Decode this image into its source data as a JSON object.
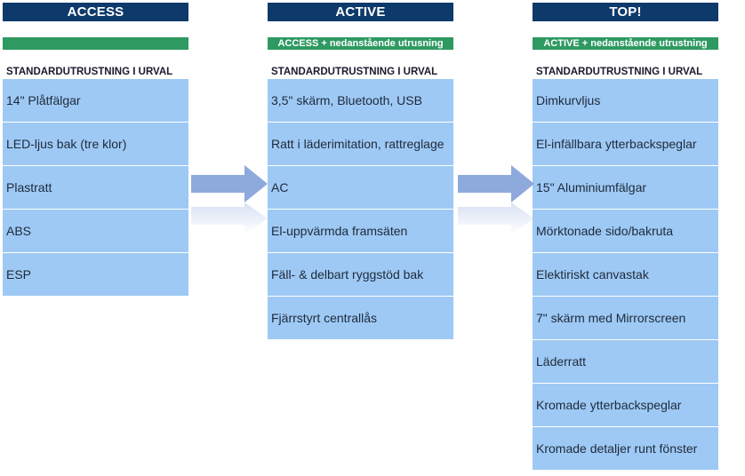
{
  "columns": [
    {
      "title": "ACCESS",
      "subtitle": "",
      "section_label": "STANDARDUTRUSTNING I URVAL",
      "items": [
        "14\" Plåtfälgar",
        "LED-ljus bak (tre klor)",
        "Plastratt",
        "ABS",
        "ESP"
      ]
    },
    {
      "title": "ACTIVE",
      "subtitle": "ACCESS + nedanstående utrusning",
      "section_label": "STANDARDUTRUSTNING I URVAL",
      "items": [
        "3,5\" skärm, Bluetooth, USB",
        "Ratt i läderimitation, rattreglage",
        "AC",
        "El-uppvärmda framsäten",
        "Fäll- & delbart ryggstöd bak",
        "Fjärrstyrt centrallås"
      ]
    },
    {
      "title": "TOP!",
      "subtitle": "ACTIVE + nedanstående utrustning",
      "section_label": "STANDARDUTRUSTNING I URVAL",
      "items": [
        "Dimkurvljus",
        "El-infällbara ytterbackspeglar",
        "15\" Aluminiumfälgar",
        "Mörktonade sido/bakruta",
        "Elektiriskt canvastak",
        "7\" skärm med Mirrorscreen",
        "Läderratt",
        "Kromade ytterbackspeglar",
        "Kromade detaljer runt fönster"
      ]
    }
  ],
  "colors": {
    "header_bg": "#0e3a6b",
    "green_bar": "#2e9a62",
    "item_bg": "#9ec9f5",
    "arrow": "#8ea9dc"
  }
}
